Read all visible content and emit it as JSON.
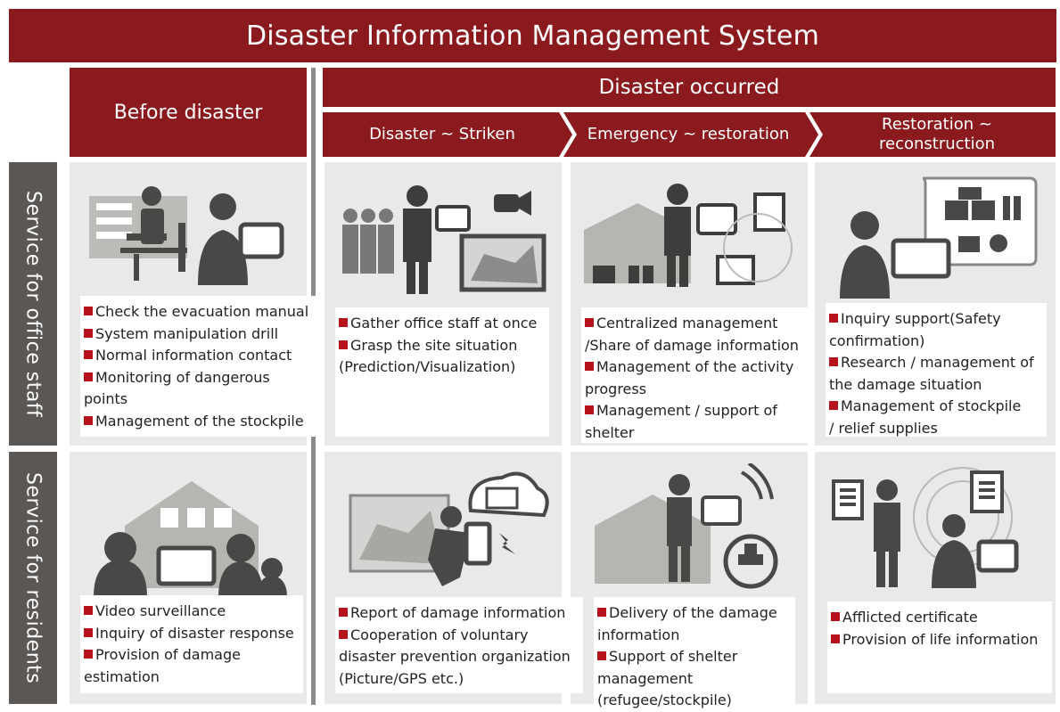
{
  "title": "Disaster Information Management System",
  "headers": {
    "before": "Before disaster",
    "occurred": "Disaster occurred",
    "phases": [
      "Disaster ~ Striken",
      "Emergency ~ restoration",
      "Restoration ~ reconstruction"
    ],
    "phase3_lines": [
      "Restoration ~",
      "reconstruction"
    ]
  },
  "rows": {
    "office": "Service for office staff",
    "residents": "Service for residents"
  },
  "cells": {
    "office_before": [
      "Check the  evacuation manual",
      "System manipulation drill",
      "Normal information contact",
      "Monitoring of dangerous points",
      "Management  of the stockpile"
    ],
    "office_striken": [
      "Gather office staff at once",
      "Grasp the site situation",
      "(Prediction/Visualization)"
    ],
    "office_emergency": [
      "Centralized management",
      " /Share of damage information",
      "Management  of the activity",
      "progress",
      "Management  / support of",
      "shelter"
    ],
    "office_restoration": [
      "Inquiry support(Safety",
      "confirmation)",
      "Research / management  of",
      "the damage situation",
      "Management  of stockpile",
      " / relief supplies"
    ],
    "res_before": [
      "Video surveillance",
      "Inquiry of disaster response",
      "Provision of damage",
      "estimation"
    ],
    "res_striken": [
      "Report of damage information",
      "Cooperation of voluntary",
      "disaster prevention organization",
      "(Picture/GPS etc.)"
    ],
    "res_emergency": [
      "Delivery of the damage",
      "information",
      "Support of shelter",
      "management",
      "(refugee/stockpile)"
    ],
    "res_restoration": [
      "Afflicted certificate",
      "Provision of life information"
    ]
  },
  "bullets": {
    "office_before": [
      true,
      true,
      true,
      true,
      true
    ],
    "office_striken": [
      true,
      true,
      false
    ],
    "office_emergency": [
      true,
      false,
      true,
      false,
      true,
      false
    ],
    "office_restoration": [
      true,
      false,
      true,
      false,
      true,
      false
    ],
    "res_before": [
      true,
      true,
      true,
      false
    ],
    "res_striken": [
      true,
      true,
      false,
      false
    ],
    "res_emergency": [
      true,
      false,
      true,
      false,
      false
    ],
    "res_restoration": [
      true,
      true
    ]
  },
  "colors": {
    "header_red": "#8b1a1f",
    "side_gray": "#5a5754",
    "cell_bg": "#e9e9e9",
    "bullet": "#b5121b",
    "icon_gray": "#4a4846"
  },
  "icons": {
    "office_before": "staff-at-desk-with-tablet-icon",
    "office_striken": "staff-gathering-camera-map-icon",
    "office_emergency": "worker-building-documents-icon",
    "office_restoration": "operator-headset-stockpile-icon",
    "res_before": "family-house-tablet-icon",
    "res_striken": "resident-reporting-phone-icon",
    "res_emergency": "worker-shelter-delivery-icon",
    "res_restoration": "person-certificate-documents-icon"
  }
}
